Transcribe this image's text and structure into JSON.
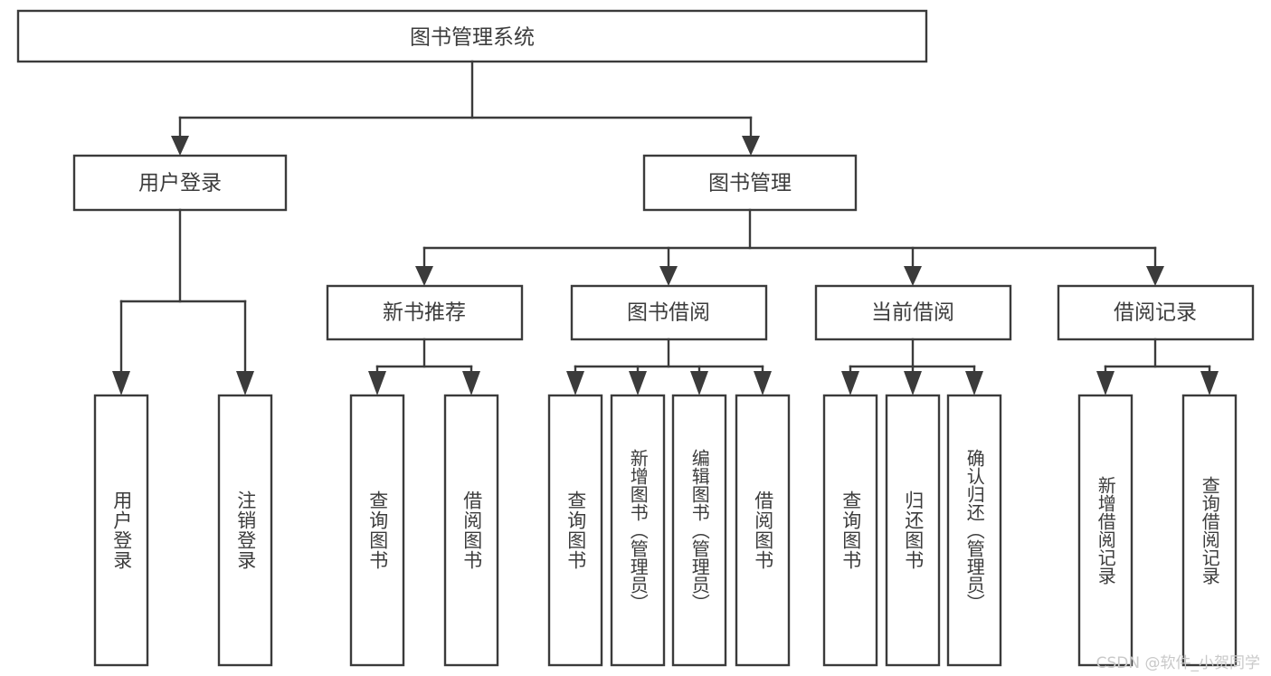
{
  "diagram": {
    "title": "图书管理系统",
    "type": "tree-hierarchy-chart",
    "watermark": "CSDN @软件_小贺同学",
    "colors": {
      "stroke": "#3b3b3b",
      "box_fill": "#ffffff",
      "text": "#3c3c3c",
      "background": "#ffffff",
      "watermark": "#c9c9c9"
    },
    "root": {
      "label": "图书管理系统"
    },
    "level2": [
      {
        "id": "user-login",
        "label": "用户登录"
      },
      {
        "id": "book-management",
        "label": "图书管理"
      }
    ],
    "level3": [
      {
        "id": "new-book-recommend",
        "label": "新书推荐",
        "parent": "book-management"
      },
      {
        "id": "book-borrow",
        "label": "图书借阅",
        "parent": "book-management"
      },
      {
        "id": "current-borrow",
        "label": "当前借阅",
        "parent": "book-management"
      },
      {
        "id": "borrow-record",
        "label": "借阅记录",
        "parent": "book-management"
      }
    ],
    "leaves": [
      {
        "id": "leaf-user-login",
        "label": "用户登录",
        "parent": "user-login"
      },
      {
        "id": "leaf-logout-login",
        "label": "注销登录",
        "parent": "user-login"
      },
      {
        "id": "leaf-query-book-1",
        "label": "查询图书",
        "parent": "new-book-recommend"
      },
      {
        "id": "leaf-borrow-book-1",
        "label": "借阅图书",
        "parent": "new-book-recommend"
      },
      {
        "id": "leaf-query-book-2",
        "label": "查询图书",
        "parent": "book-borrow"
      },
      {
        "id": "leaf-add-book",
        "label": "新增图书（管理员）",
        "parent": "book-borrow"
      },
      {
        "id": "leaf-edit-book",
        "label": "编辑图书（管理员）",
        "parent": "book-borrow"
      },
      {
        "id": "leaf-borrow-book-2",
        "label": "借阅图书",
        "parent": "book-borrow"
      },
      {
        "id": "leaf-query-book-3",
        "label": "查询图书",
        "parent": "current-borrow"
      },
      {
        "id": "leaf-return-book",
        "label": "归还图书",
        "parent": "current-borrow"
      },
      {
        "id": "leaf-confirm-return",
        "label": "确认归还（管理员）",
        "parent": "current-borrow"
      },
      {
        "id": "leaf-add-record",
        "label": "新增借阅记录",
        "parent": "borrow-record"
      },
      {
        "id": "leaf-query-record",
        "label": "查询借阅记录",
        "parent": "borrow-record"
      }
    ]
  }
}
